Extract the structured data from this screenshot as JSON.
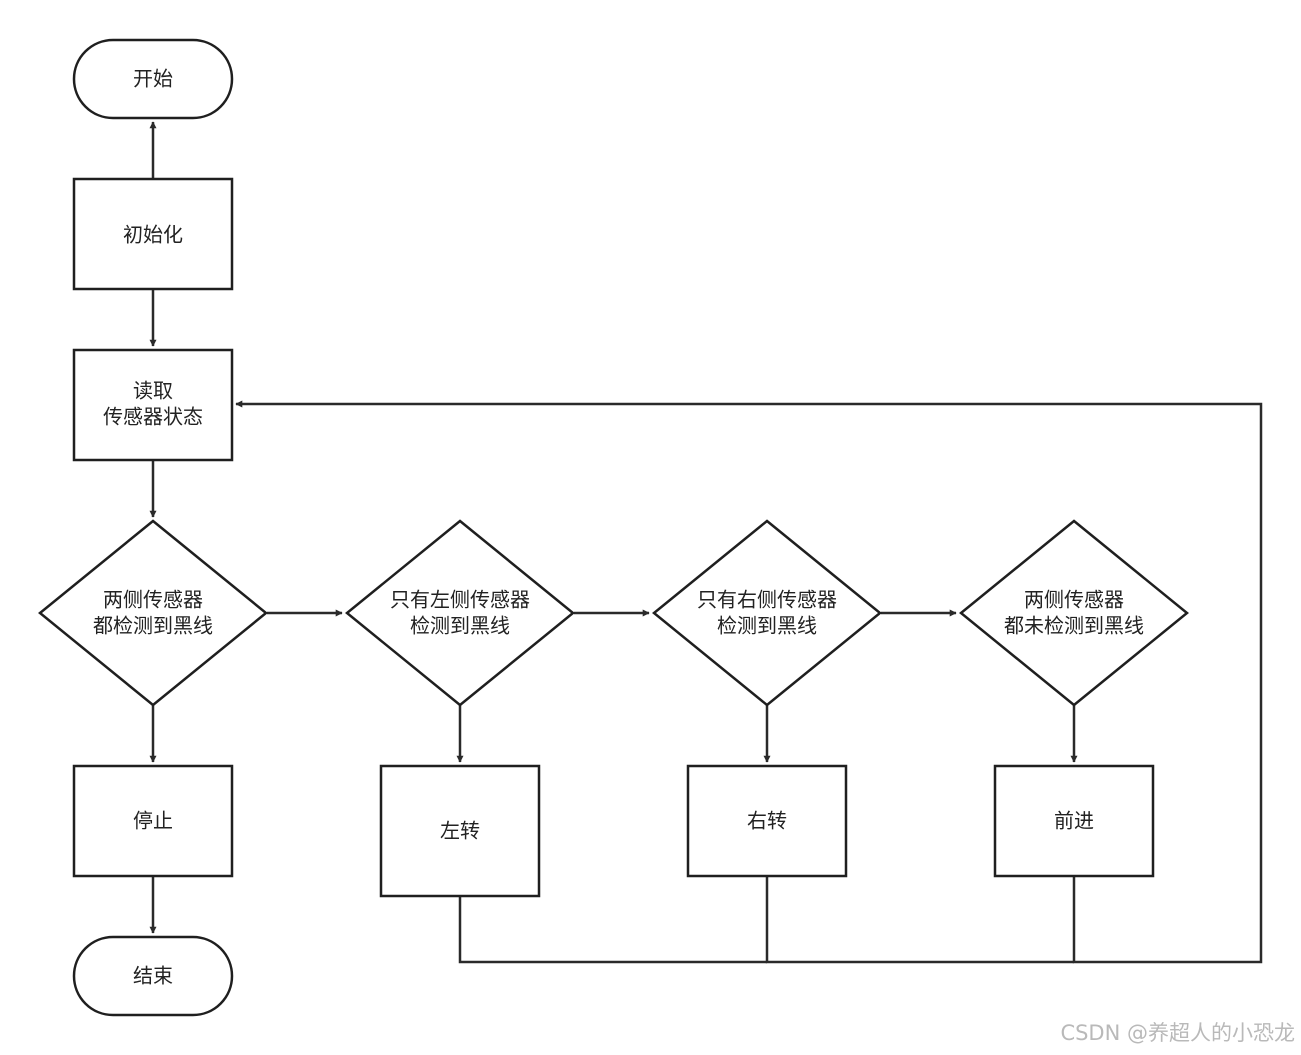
{
  "nodes": {
    "start": {
      "lines": [
        "开始"
      ]
    },
    "init": {
      "lines": [
        "初始化"
      ]
    },
    "read": {
      "lines": [
        "读取",
        "传感器状态"
      ]
    },
    "both_black": {
      "lines": [
        "两侧传感器",
        "都检测到黑线"
      ]
    },
    "left_only": {
      "lines": [
        "只有左侧传感器",
        "检测到黑线"
      ]
    },
    "right_only": {
      "lines": [
        "只有右侧传感器",
        "检测到黑线"
      ]
    },
    "none_black": {
      "lines": [
        "两侧传感器",
        "都未检测到黑线"
      ]
    },
    "stop": {
      "lines": [
        "停止"
      ]
    },
    "turn_left": {
      "lines": [
        "左转"
      ]
    },
    "turn_right": {
      "lines": [
        "右转"
      ]
    },
    "forward": {
      "lines": [
        "前进"
      ]
    },
    "end": {
      "lines": [
        "结束"
      ]
    }
  },
  "edges": [
    {
      "from": "init",
      "to": "start"
    },
    {
      "from": "init",
      "to": "read"
    },
    {
      "from": "read",
      "to": "both_black"
    },
    {
      "from": "both_black",
      "to": "left_only"
    },
    {
      "from": "left_only",
      "to": "right_only"
    },
    {
      "from": "right_only",
      "to": "none_black"
    },
    {
      "from": "both_black",
      "to": "stop"
    },
    {
      "from": "left_only",
      "to": "turn_left"
    },
    {
      "from": "right_only",
      "to": "turn_right"
    },
    {
      "from": "none_black",
      "to": "forward"
    },
    {
      "from": "stop",
      "to": "end"
    },
    {
      "from": "turn_left",
      "to": "read"
    },
    {
      "from": "turn_right",
      "to": "read"
    },
    {
      "from": "forward",
      "to": "read"
    }
  ],
  "watermark": "CSDN @养超人的小恐龙"
}
